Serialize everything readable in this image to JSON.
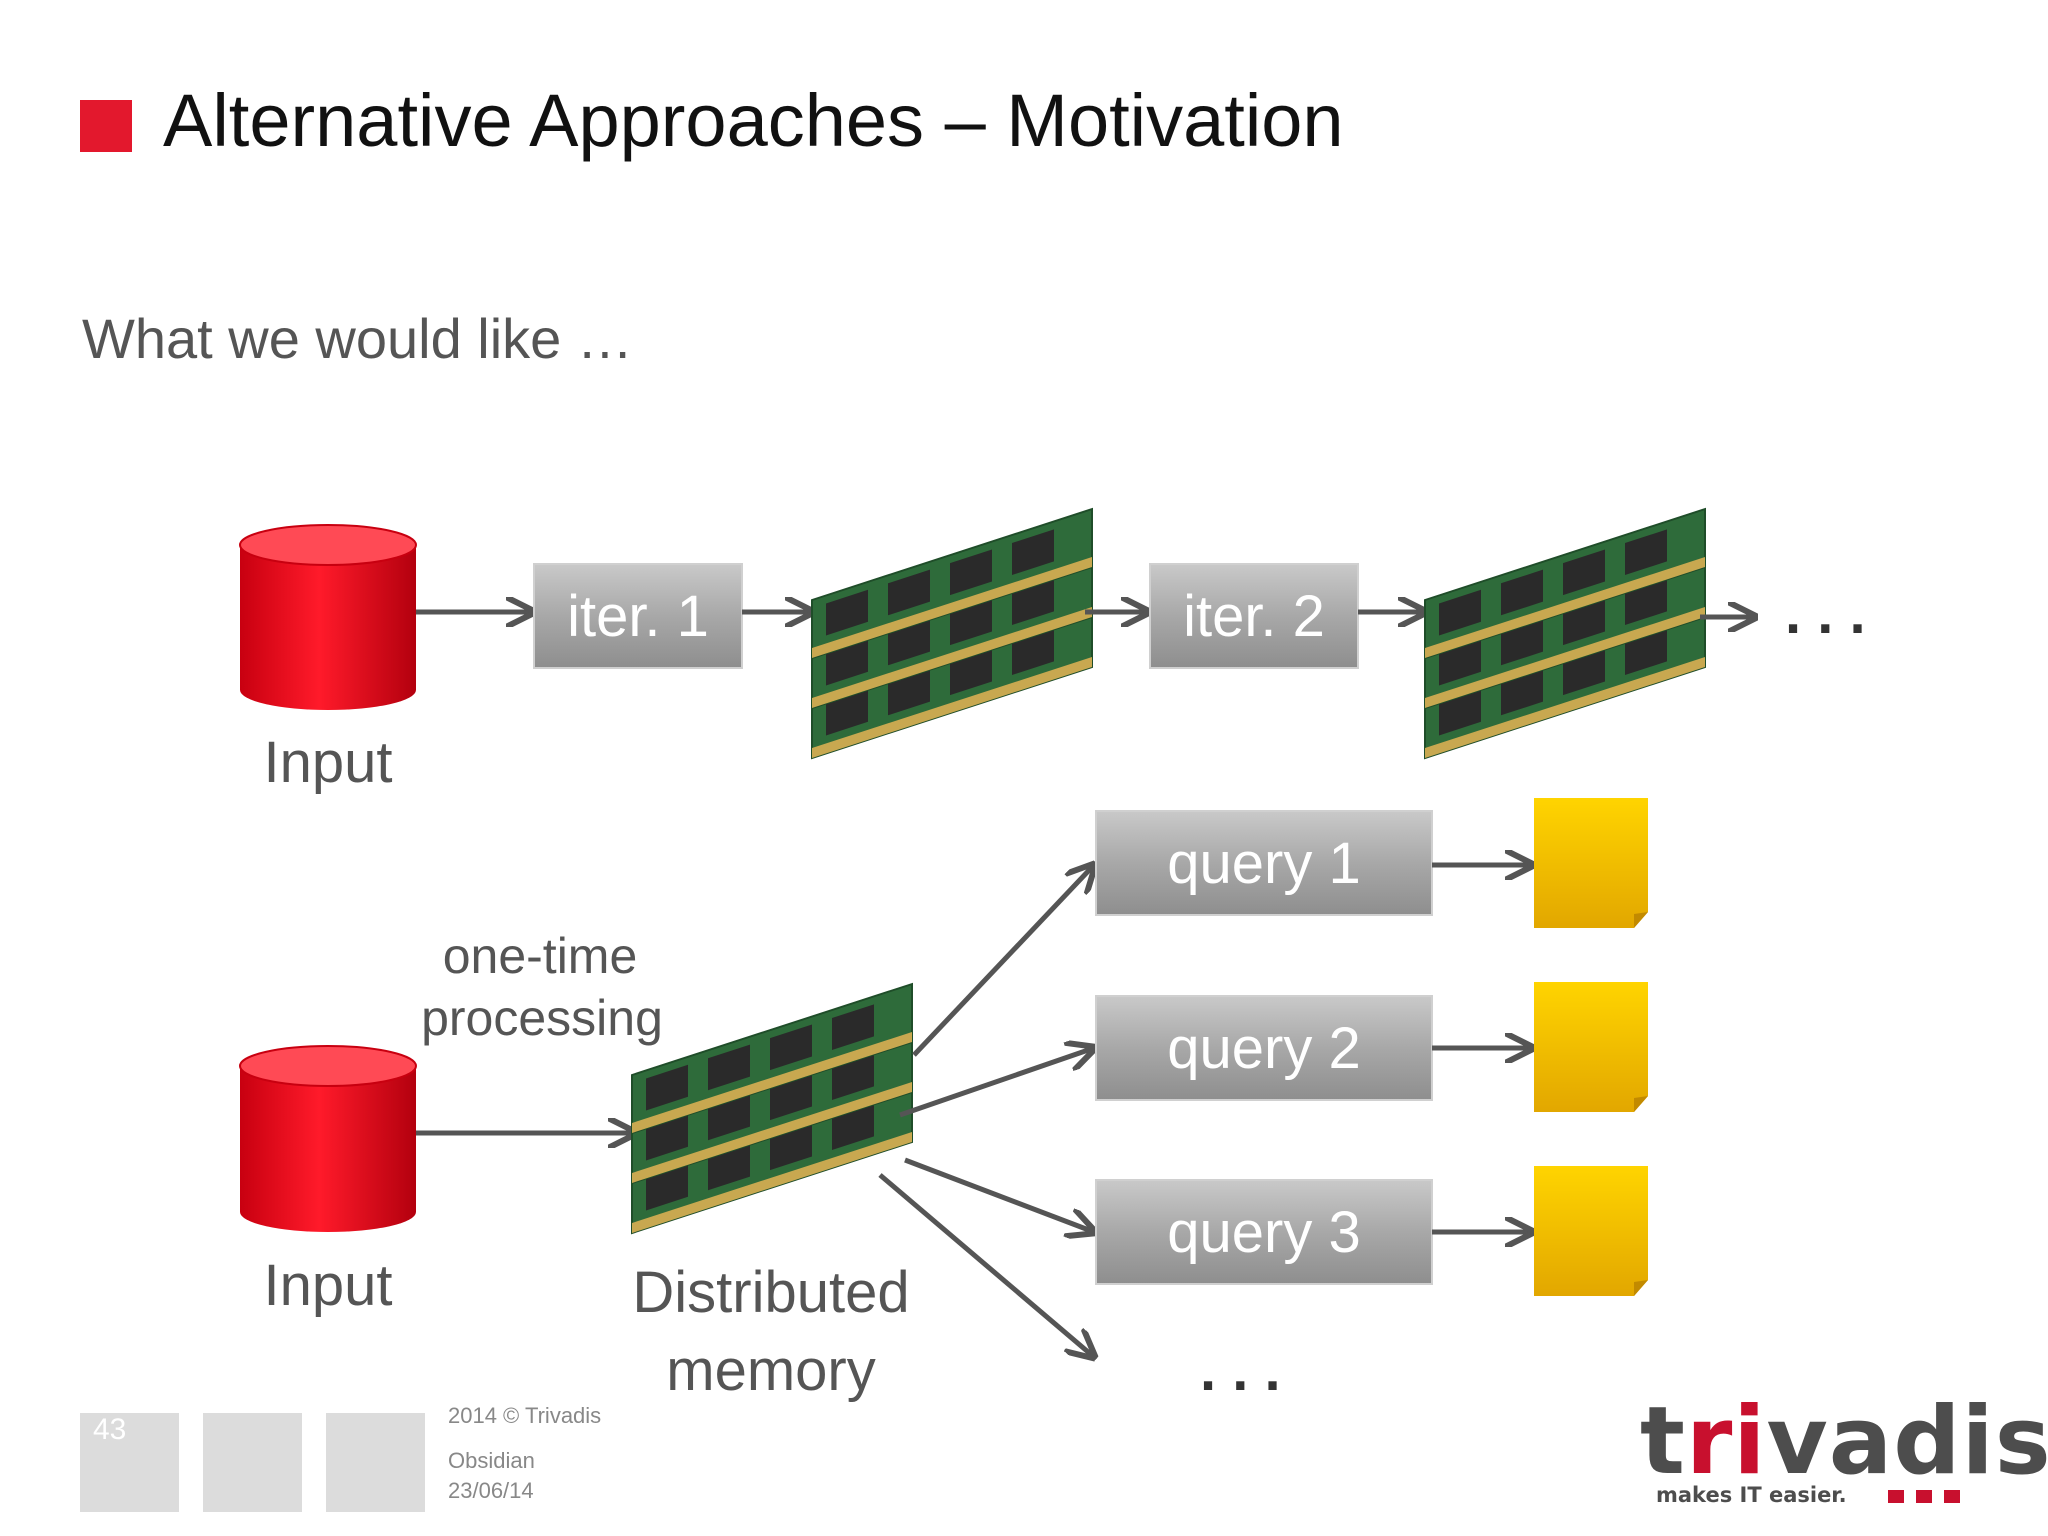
{
  "slide": {
    "title": "Alternative Approaches – Motivation",
    "subtitle": "What we would like …"
  },
  "diagram": {
    "row1": {
      "input_label": "Input",
      "iter1": "iter. 1",
      "iter2": "iter. 2",
      "continuation": ". . ."
    },
    "row2": {
      "input_label": "Input",
      "processing_label_line1": "one-time",
      "processing_label_line2": "processing",
      "memory_label_line1": "Distributed",
      "memory_label_line2": "memory",
      "queries": [
        "query 1",
        "query 2",
        "query 3"
      ],
      "continuation": ". . ."
    },
    "colors": {
      "cylinder": "#e8101f",
      "process_box": "#a3a3a3",
      "result_doc": "#f2c200",
      "arrow": "#555555",
      "accent": "#e3182d"
    }
  },
  "footer": {
    "page_number": "43",
    "copyright": "2014 © Trivadis",
    "project": "Obsidian",
    "date": "23/06/14"
  },
  "logo": {
    "text_start": "t",
    "text_red": "ri",
    "text_end": "vadis",
    "tagline": "makes IT easier."
  }
}
